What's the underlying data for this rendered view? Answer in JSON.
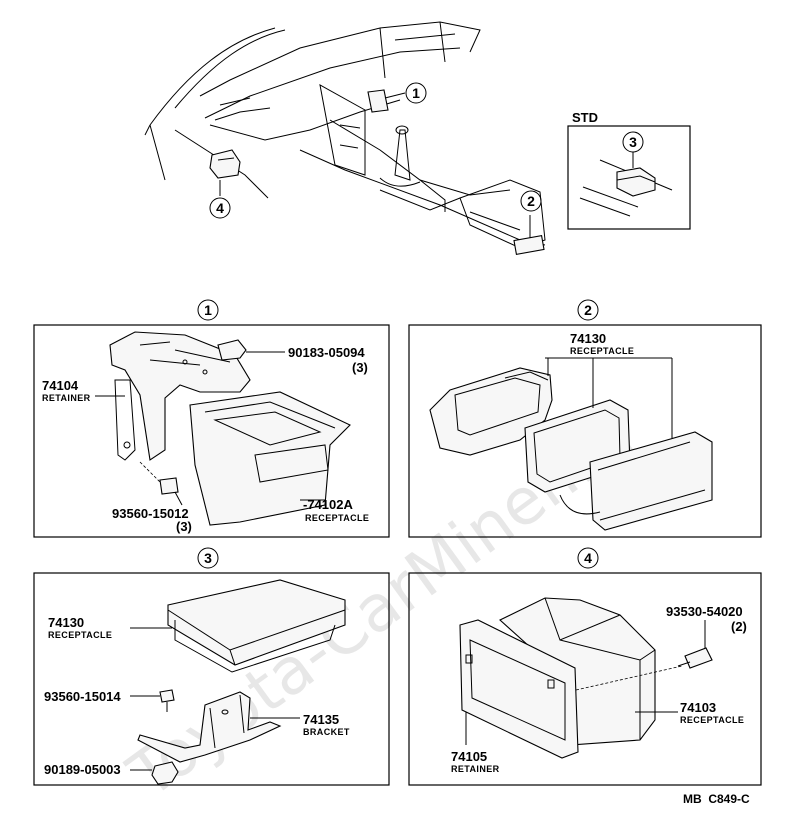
{
  "watermark": "Toyota-CarMiner.ru",
  "overview": {
    "callouts": [
      "1",
      "2",
      "4"
    ],
    "std_label": "STD",
    "std_callout": "3"
  },
  "panels": [
    {
      "id": "1",
      "parts": [
        {
          "number": "90183-05094",
          "qty": "(3)"
        },
        {
          "number": "74104",
          "name": "RETAINER"
        },
        {
          "number": "93560-15012",
          "qty": "(3)"
        },
        {
          "number": "74102A",
          "name": "RECEPTACLE"
        }
      ]
    },
    {
      "id": "2",
      "parts": [
        {
          "number": "74130",
          "name": "RECEPTACLE"
        }
      ]
    },
    {
      "id": "3",
      "parts": [
        {
          "number": "74130",
          "name": "RECEPTACLE"
        },
        {
          "number": "93560-15014"
        },
        {
          "number": "74135",
          "name": "BRACKET"
        },
        {
          "number": "90189-05003"
        }
      ]
    },
    {
      "id": "4",
      "parts": [
        {
          "number": "93530-54020",
          "qty": "(2)"
        },
        {
          "number": "74103",
          "name": "RECEPTACLE"
        },
        {
          "number": "74105",
          "name": "RETAINER"
        }
      ]
    }
  ],
  "footer_code": "MB  C849-C"
}
